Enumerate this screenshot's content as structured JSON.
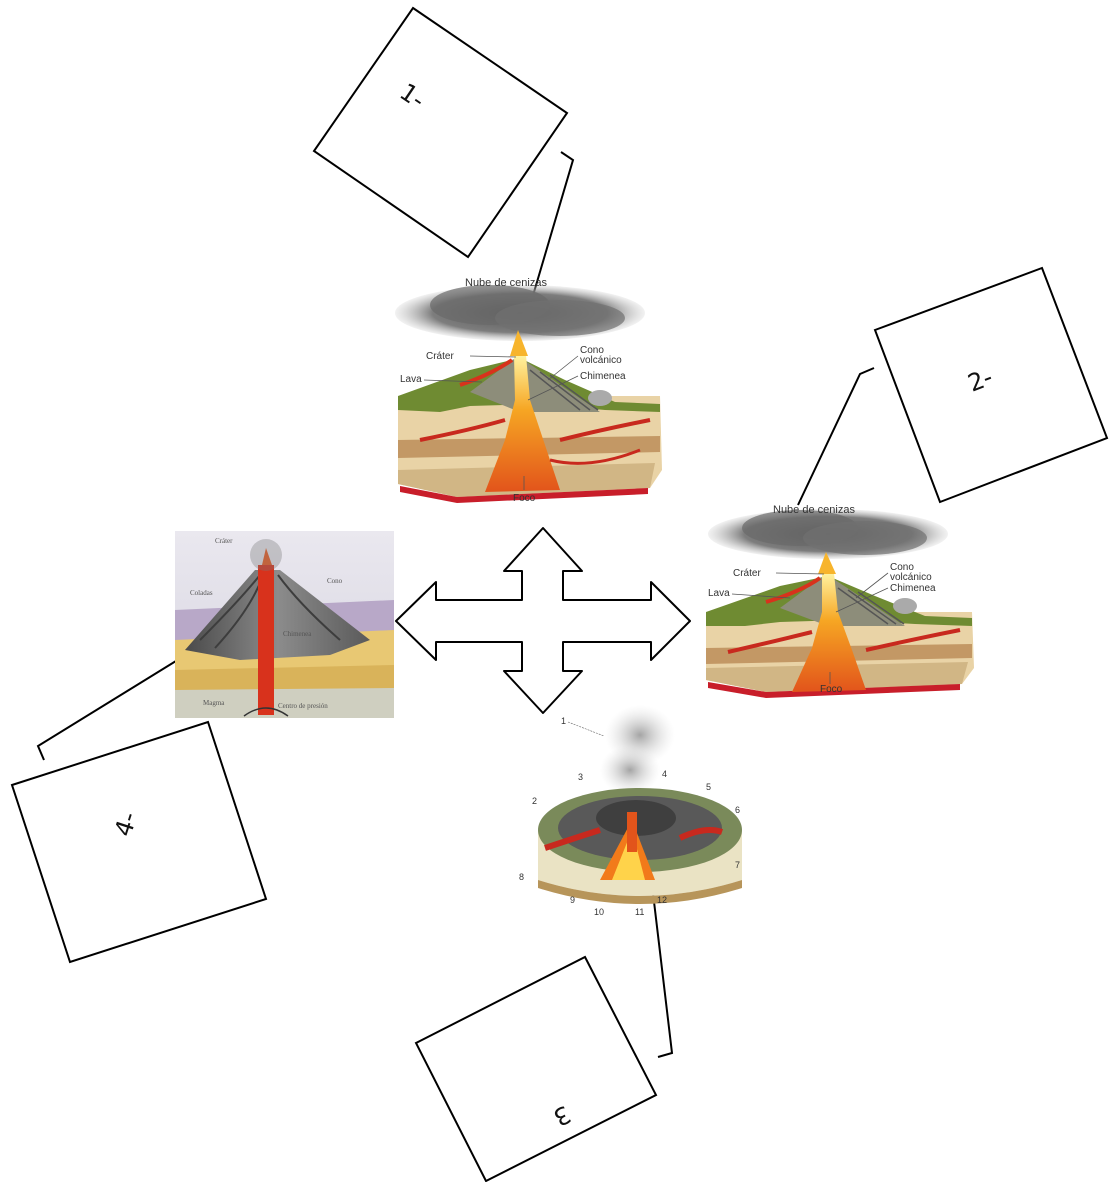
{
  "boxes": {
    "box1": "1-",
    "box2": "2-",
    "box3": "3",
    "box4": "4-"
  },
  "volcano_a": {
    "cloud": "Nube de cenizas",
    "crater": "Cráter",
    "cone_line1": "Cono",
    "cone_line2": "volcánico",
    "lava": "Lava",
    "chimney": "Chimenea",
    "focus": "Foco"
  },
  "volcano_b": {
    "cloud": "Nube de cenizas",
    "crater": "Cráter",
    "cone_line1": "Cono",
    "cone_line2": "volcánico",
    "lava": "Lava",
    "chimney": "Chimenea",
    "focus": "Foco"
  },
  "volcano_c": {
    "crater": "Cráter",
    "cone": "Cono",
    "flows": "Coladas",
    "chimney": "Chimenea",
    "magma": "Magma",
    "pressure": "Centro de presión"
  },
  "volcano_d": {
    "n1": "1",
    "n2": "2",
    "n3": "3",
    "n4": "4",
    "n5": "5",
    "n6": "6",
    "n7": "7",
    "n8": "8",
    "n9": "9",
    "n10": "10",
    "n11": "11",
    "n12": "12"
  },
  "colors": {
    "ash": "#6b6b6b",
    "lava": "#f08a1c",
    "magma": "#d8321c",
    "grass": "#6f8b32",
    "soil": "#e8d2a4",
    "crust_red": "#c81e2a"
  },
  "icons": [
    "four-way-arrow-icon"
  ]
}
